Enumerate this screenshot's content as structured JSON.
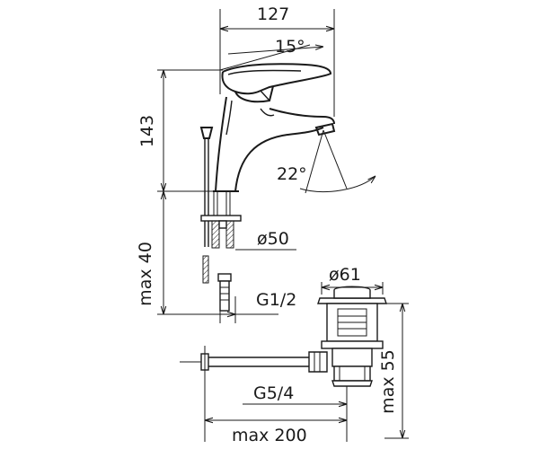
{
  "dimensions": {
    "width_top": "127",
    "handle_angle": "15°",
    "height": "143",
    "spout_angle": "22°",
    "base_diameter": "ø50",
    "shank_max": "max 40",
    "thread_supply": "G1/2",
    "waste_diameter": "ø61",
    "thread_waste": "G5/4",
    "waste_max": "max 55",
    "rod_max": "max 200"
  }
}
